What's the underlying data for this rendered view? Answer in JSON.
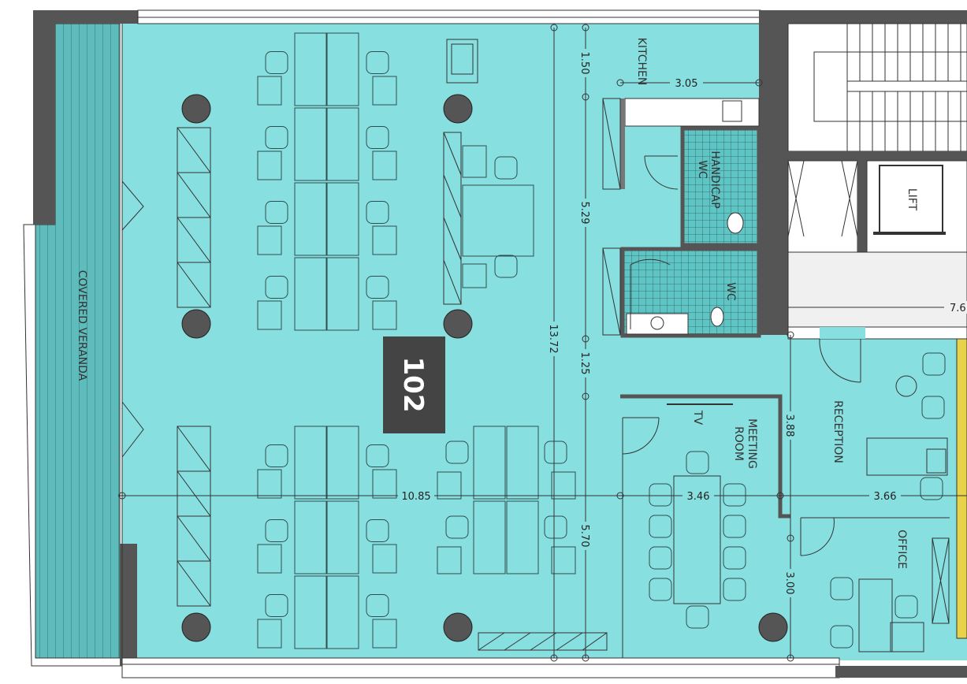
{
  "plan": {
    "unit_number": "102",
    "rooms": {
      "veranda": "COVERED VERANDA",
      "kitchen": "KITCHEN",
      "handicap_wc": "HANDICAP",
      "handicap_wc_2": "WC",
      "wc": "WC",
      "lift": "LIFT",
      "meeting_room_1": "MEETING",
      "meeting_room_2": "ROOM",
      "tv": "TV",
      "reception": "RECEPTION",
      "office": "OFFICE"
    },
    "dimensions": {
      "d_1_50": "1.50",
      "d_3_05": "3.05",
      "d_5_29": "5.29",
      "d_13_72": "13.72",
      "d_1_25": "1.25",
      "d_10_85": "10.85",
      "d_5_70": "5.70",
      "d_3_46": "3.46",
      "d_3_66": "3.66",
      "d_3_88": "3.88",
      "d_3_00": "3.00",
      "d_7_6": "7.6"
    },
    "colors": {
      "floor": "#88dfe0",
      "veranda": "#5fbcbc",
      "wall": "#555555",
      "label_box": "#444444",
      "accent_strip": "#e8d24a"
    }
  }
}
